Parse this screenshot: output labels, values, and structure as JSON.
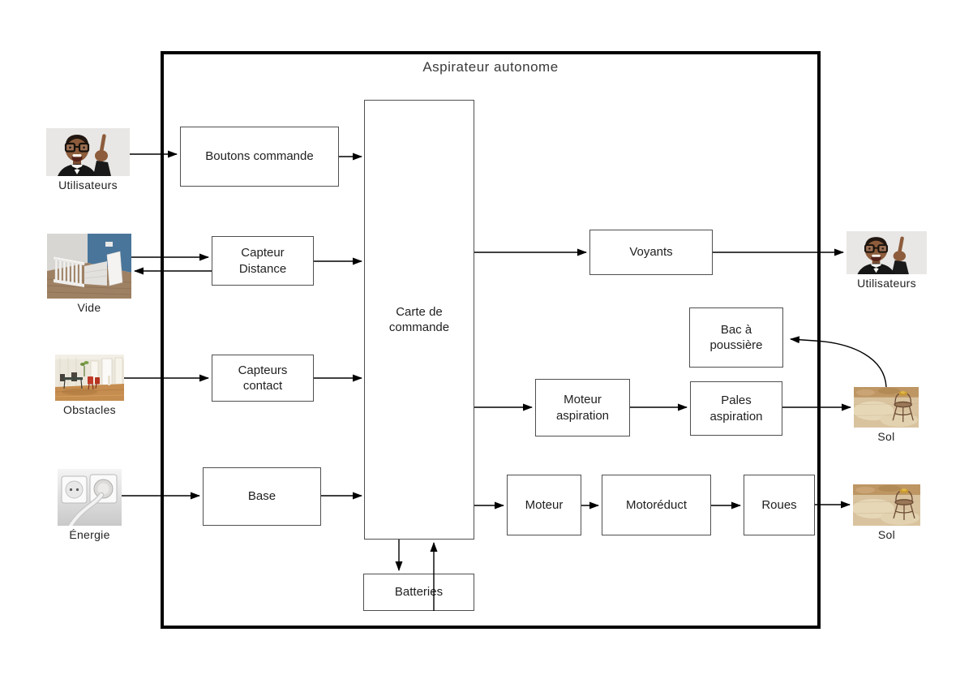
{
  "diagram": {
    "title": "Aspirateur autonome",
    "colors": {
      "outer_border": "#000000",
      "block_border": "#4f4f4f",
      "arrow": "#000000",
      "text": "#1f1f1f"
    },
    "blocks": {
      "boutons_commande": "Boutons commande",
      "capteur_distance": "Capteur\nDistance",
      "capteurs_contact": "Capteurs\ncontact",
      "base": "Base",
      "carte_de_commande": "Carte de\ncommande",
      "voyants": "Voyants",
      "bac_a_poussiere": "Bac à\npoussière",
      "moteur_aspiration": "Moteur\naspiration",
      "pales_aspiration": "Pales\naspiration",
      "moteur": "Moteur",
      "motoreduct": "Motoréduct",
      "roues": "Roues",
      "batteries": "Batteries"
    },
    "entities": {
      "utilisateurs_left": {
        "caption": "Utilisateurs",
        "photo": "man-pointing-photo"
      },
      "vide": {
        "caption": "Vide",
        "photo": "staircase-photo"
      },
      "obstacles": {
        "caption": "Obstacles",
        "photo": "living-room-photo"
      },
      "energie": {
        "caption": "Énergie",
        "photo": "power-outlet-photo"
      },
      "utilisateurs_right": {
        "caption": "Utilisateurs",
        "photo": "man-pointing-photo"
      },
      "sol_top": {
        "caption": "Sol",
        "photo": "floor-photo"
      },
      "sol_bottom": {
        "caption": "Sol",
        "photo": "floor-photo"
      }
    }
  }
}
